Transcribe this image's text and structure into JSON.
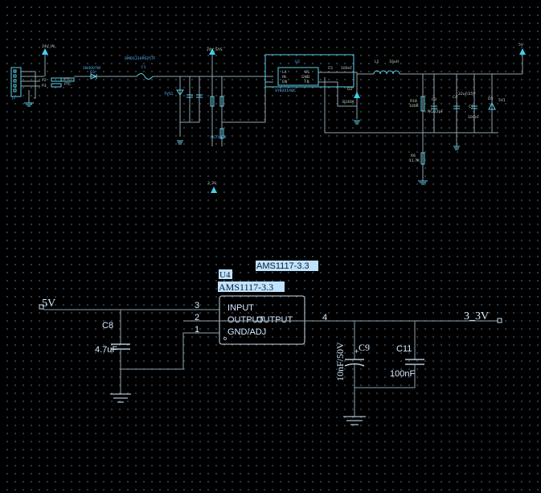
{
  "top": {
    "net_24v_in": "24V_IN",
    "net_24v_sys": "24V_SYS",
    "net_5v": "5V",
    "net_3v3": "3_3V",
    "j1": "J1",
    "f1": "F1",
    "f1_part": "SMD1210P025TF",
    "d1": "D1",
    "d1_part": "1N4007W",
    "tvs": "TVS1",
    "u2": "U2",
    "u2_part": "SY8201ABC",
    "u2_pin_lx": "LX",
    "u2_pin_in": "IN",
    "u2_pin_en": "EN",
    "u2_pin_bs": "BS",
    "u2_pin_gnd": "GND",
    "u2_pin_fb": "FB",
    "c5": "C5",
    "c5_val": "100nF",
    "l1": "L1",
    "l1_val": "10uH",
    "d2": "D2",
    "d2_part": "B240A",
    "r18": "R18",
    "r18_val": "100K",
    "r6": "R6",
    "r6_val": "11.7K",
    "c3": "C3",
    "c3_val": "NC/22pF",
    "c4": "C4",
    "c4_val": "22uF/25V",
    "c7": "C7",
    "c7_val": "100nF",
    "d5": "D5",
    "d5_val": "5V1",
    "p1": "P1",
    "p2": "P2",
    "p3": "P3",
    "ptc": "PTC",
    "nc_label": "NC/100K"
  },
  "bottom": {
    "title_floating": "AMS1117-3.3",
    "u4_ref": "U4",
    "u4_value": "AMS1117-3.3",
    "pin_input": "INPUT",
    "pin_output": "OUTPUT",
    "pin_output_overlap": "OUTPUT",
    "pin_gnd": "GND/ADJ",
    "pin_num_3": "3",
    "pin_num_2": "2",
    "pin_num_1": "1",
    "pin_num_4": "4",
    "net_left": "5V",
    "net_right": "3_3V",
    "c8_ref": "C8",
    "c8_val": "4.7uF",
    "c9_ref": "C9",
    "c9_val": "10nF/50V",
    "c11_ref": "C11",
    "c11_val": "100nF"
  },
  "colors": {
    "background": "#000000",
    "grid_dot": "#2f4f6f",
    "wire": "#8fa3ad",
    "component": "#5fd0e8",
    "label_text": "#cfe6ff",
    "label_highlight": "#bfe3ff",
    "power_flag": "#3fd0e8",
    "part_value_text": "#55b9ff"
  }
}
